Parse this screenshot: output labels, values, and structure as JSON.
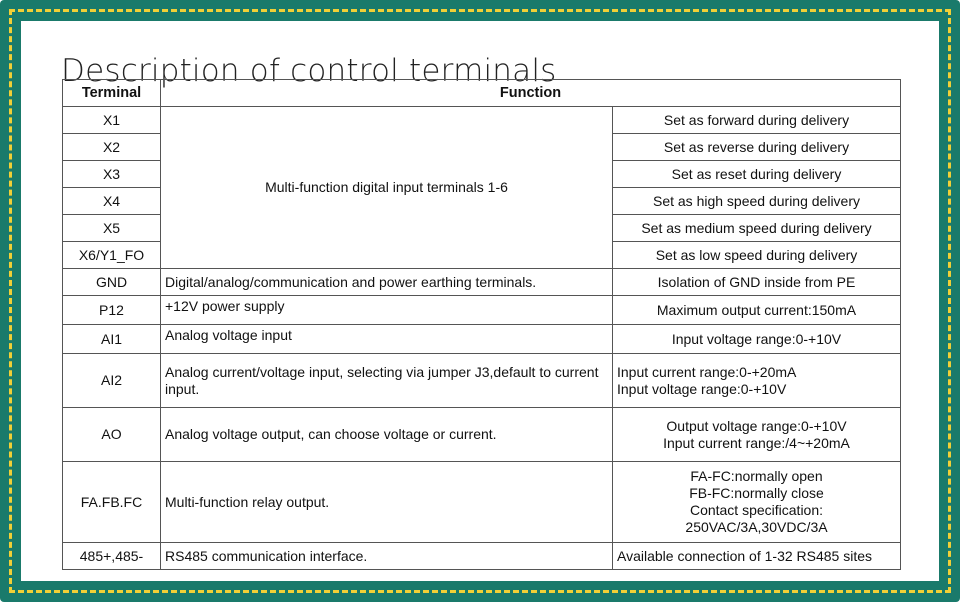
{
  "title": "Description of control terminals",
  "headers": {
    "terminal": "Terminal",
    "function": "Function"
  },
  "digital_group": {
    "function": "Multi-function digital input terminals 1-6",
    "rows": [
      {
        "terminal": "X1",
        "note": "Set as forward during delivery"
      },
      {
        "terminal": "X2",
        "note": "Set as reverse during delivery"
      },
      {
        "terminal": "X3",
        "note": "Set as reset during delivery"
      },
      {
        "terminal": "X4",
        "note": "Set as high speed during delivery"
      },
      {
        "terminal": "X5",
        "note": "Set as medium speed during delivery"
      },
      {
        "terminal": "X6/Y1_FO",
        "note": "Set as low speed during delivery"
      }
    ]
  },
  "rows": {
    "gnd": {
      "terminal": "GND",
      "function": "Digital/analog/communication and power earthing terminals.",
      "note": "Isolation of GND inside from PE"
    },
    "p12": {
      "terminal": "P12",
      "function": "+12V power supply",
      "note": "Maximum output current:150mA"
    },
    "ai1": {
      "terminal": "AI1",
      "function": "Analog voltage input",
      "note": "Input voltage range:0-+10V"
    },
    "ai2": {
      "terminal": "AI2",
      "function": "Analog current/voltage input, selecting via jumper J3,default to current input.",
      "note1": "Input current range:0-+20mA",
      "note2": "Input voltage range:0-+10V"
    },
    "ao": {
      "terminal": "AO",
      "function": "Analog voltage output, can choose voltage or current.",
      "note1": "Output voltage range:0-+10V",
      "note2": "Input current range:/4~+20mA"
    },
    "relay": {
      "terminal": "FA.FB.FC",
      "function": "Multi-function relay output.",
      "note1": "FA-FC:normally open",
      "note2": "FB-FC:normally close",
      "note3": "Contact specification:",
      "note4": "250VAC/3A,30VDC/3A"
    },
    "rs485": {
      "terminal": "485+,485-",
      "function": "RS485 communication interface.",
      "note": "Available connection of 1-32 RS485 sites"
    }
  }
}
